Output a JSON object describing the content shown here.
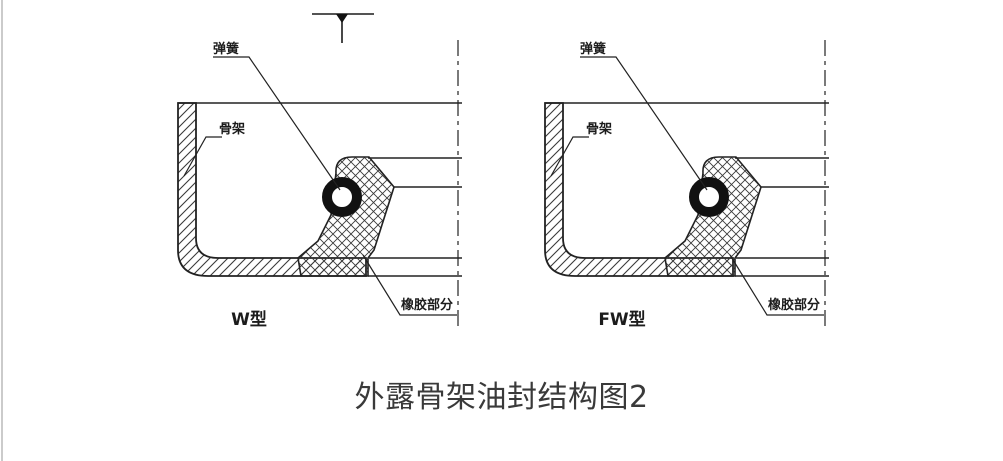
{
  "page": {
    "background": "#ffffff",
    "edge_strip_color": "#cbcbcb"
  },
  "figure": {
    "caption": "外露骨架油封结构图2",
    "line_color": "#222222",
    "spring_fill_color": "#111111",
    "caption_color": "#3a3a3a",
    "diagrams": [
      {
        "type_label": "W型",
        "labels": {
          "spring": "弹簧",
          "frame": "骨架",
          "rubber": "橡胶部分"
        }
      },
      {
        "type_label": "FW型",
        "labels": {
          "spring": "弹簧",
          "frame": "骨架",
          "rubber": "橡胶部分"
        }
      }
    ]
  }
}
